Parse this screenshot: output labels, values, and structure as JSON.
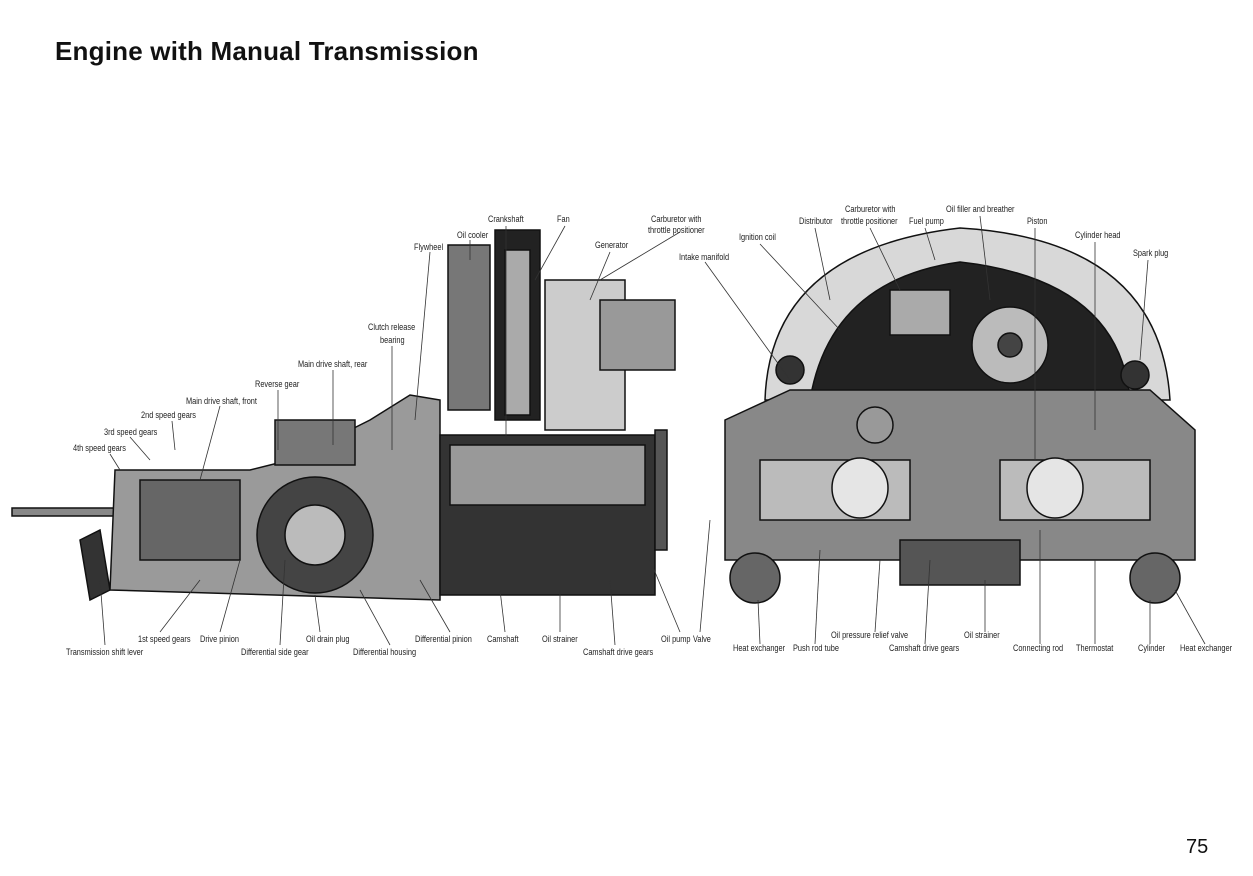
{
  "title": "Engine with Manual Transmission",
  "page_number": "75",
  "side_view_labels": {
    "top": [
      "Crankshaft",
      "Fan",
      "Oil cooler",
      "Flywheel",
      "Carburetor with",
      "throttle positioner",
      "Generator",
      "Intake manifold",
      "Clutch release",
      "bearing",
      "Main drive shaft, rear",
      "Reverse gear",
      "Main drive shaft, front",
      "2nd speed gears",
      "3rd speed gears",
      "4th speed gears"
    ],
    "bottom": [
      "1st speed gears",
      "Drive pinion",
      "Oil drain plug",
      "Differential pinion",
      "Camshaft",
      "Oil strainer",
      "Oil pump",
      "Valve",
      "Transmission shift lever",
      "Differential side gear",
      "Differential housing",
      "Camshaft drive gears"
    ]
  },
  "front_view_labels": {
    "top": [
      "Carburetor with",
      "throttle positioner",
      "Oil filler and breather",
      "Distributor",
      "Fuel pump",
      "Piston",
      "Ignition coil",
      "Cylinder head",
      "Spark plug"
    ],
    "bottom": [
      "Oil pressure relief valve",
      "Oil strainer",
      "Heat exchanger",
      "Push rod tube",
      "Camshaft drive gears",
      "Connecting rod",
      "Thermostat",
      "Cylinder",
      "Heat exchanger"
    ]
  }
}
